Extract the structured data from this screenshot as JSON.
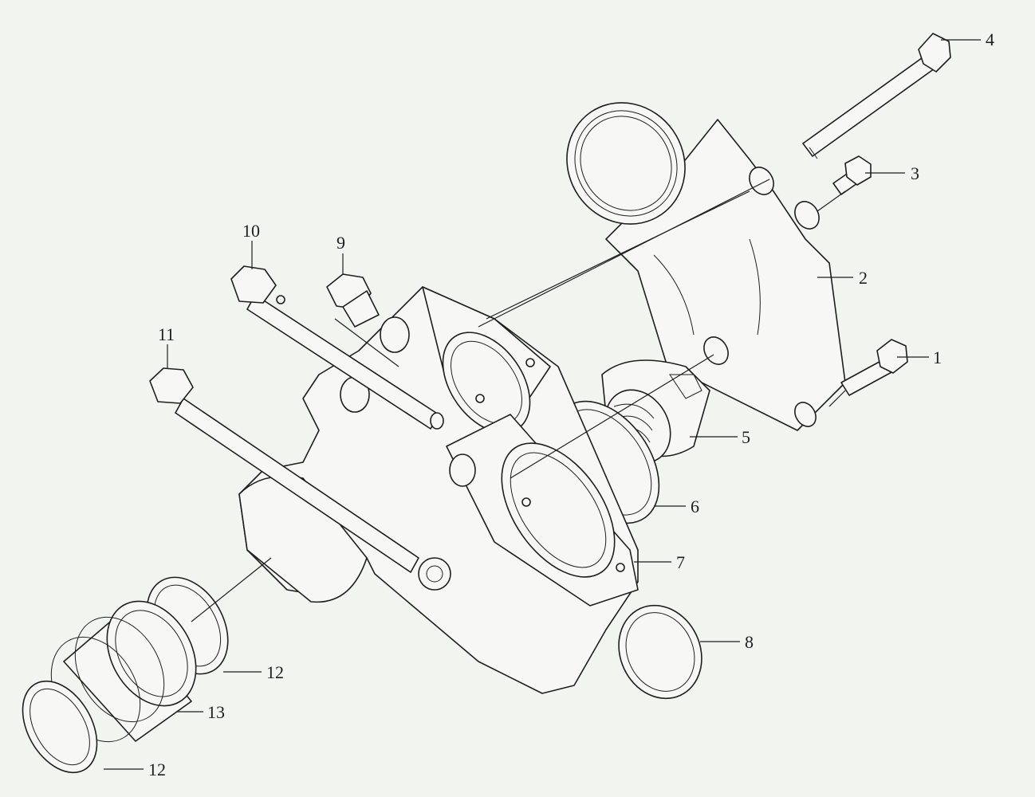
{
  "callouts": [
    {
      "id": "1",
      "text": "1"
    },
    {
      "id": "2",
      "text": "2"
    },
    {
      "id": "3",
      "text": "3"
    },
    {
      "id": "4",
      "text": "4"
    },
    {
      "id": "5",
      "text": "5"
    },
    {
      "id": "6",
      "text": "6"
    },
    {
      "id": "7",
      "text": "7"
    },
    {
      "id": "8",
      "text": "8"
    },
    {
      "id": "9",
      "text": "9"
    },
    {
      "id": "10",
      "text": "10"
    },
    {
      "id": "11",
      "text": "11"
    },
    {
      "id": "12a",
      "text": "12"
    },
    {
      "id": "12b",
      "text": "12"
    },
    {
      "id": "13",
      "text": "13"
    }
  ],
  "colors": {
    "background": "#f2f4f0",
    "line": "#1e1e1e",
    "part_fill": "#f7f8f5"
  }
}
